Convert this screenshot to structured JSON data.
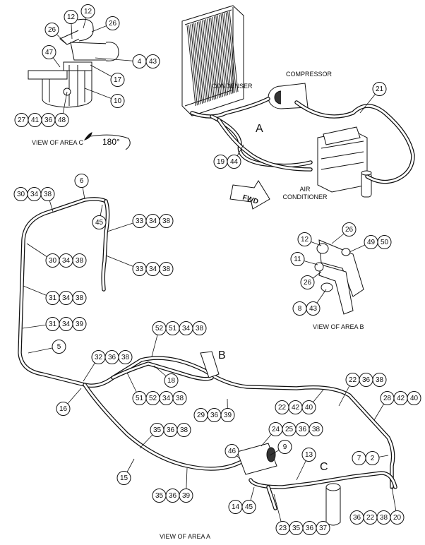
{
  "labels": {
    "condenser": "CONDENSER",
    "compressor": "COMPRESSOR",
    "air_conditioner_line1": "AIR",
    "air_conditioner_line2": "CONDITIONER",
    "area_a_marker": "A",
    "area_b_marker": "B",
    "area_c_marker": "C",
    "fwd_arrow": "FWD",
    "rotation": "180°",
    "view_area_a": "VIEW OF AREA  A",
    "view_area_b": "VIEW OF AREA B",
    "view_area_c": "VIEW OF AREA C"
  },
  "callouts": [
    {
      "id": "c-12a",
      "nums": [
        "12"
      ]
    },
    {
      "id": "c-12b",
      "nums": [
        "12"
      ]
    },
    {
      "id": "c-26a",
      "nums": [
        "26"
      ]
    },
    {
      "id": "c-26b",
      "nums": [
        "26"
      ]
    },
    {
      "id": "c-47",
      "nums": [
        "47"
      ]
    },
    {
      "id": "c-4-43",
      "nums": [
        "4",
        "43"
      ]
    },
    {
      "id": "c-17",
      "nums": [
        "17"
      ]
    },
    {
      "id": "c-10",
      "nums": [
        "10"
      ]
    },
    {
      "id": "c-27-41-36-48",
      "nums": [
        "27",
        "41",
        "36",
        "48"
      ]
    },
    {
      "id": "c-21",
      "nums": [
        "21"
      ]
    },
    {
      "id": "c-19-44",
      "nums": [
        "19",
        "44"
      ]
    },
    {
      "id": "c-6",
      "nums": [
        "6"
      ]
    },
    {
      "id": "c-30-34-38a",
      "nums": [
        "30",
        "34",
        "38"
      ]
    },
    {
      "id": "c-45a",
      "nums": [
        "45"
      ]
    },
    {
      "id": "c-33-34-38a",
      "nums": [
        "33",
        "34",
        "38"
      ]
    },
    {
      "id": "c-30-34-38b",
      "nums": [
        "30",
        "34",
        "38"
      ]
    },
    {
      "id": "c-33-34-38b",
      "nums": [
        "33",
        "34",
        "38"
      ]
    },
    {
      "id": "c-31-34-38",
      "nums": [
        "31",
        "34",
        "38"
      ]
    },
    {
      "id": "c-31-34-39",
      "nums": [
        "31",
        "34",
        "39"
      ]
    },
    {
      "id": "c-5",
      "nums": [
        "5"
      ]
    },
    {
      "id": "c-12c",
      "nums": [
        "12"
      ]
    },
    {
      "id": "c-26c",
      "nums": [
        "26"
      ]
    },
    {
      "id": "c-49-50",
      "nums": [
        "49",
        "50"
      ]
    },
    {
      "id": "c-11",
      "nums": [
        "11"
      ]
    },
    {
      "id": "c-26d",
      "nums": [
        "26"
      ]
    },
    {
      "id": "c-8-43",
      "nums": [
        "8",
        "43"
      ]
    },
    {
      "id": "c-52-51-34-38",
      "nums": [
        "52",
        "51",
        "34",
        "38"
      ]
    },
    {
      "id": "c-32-36-38",
      "nums": [
        "32",
        "36",
        "38"
      ]
    },
    {
      "id": "c-18",
      "nums": [
        "18"
      ]
    },
    {
      "id": "c-16",
      "nums": [
        "16"
      ]
    },
    {
      "id": "c-51-52-34-38",
      "nums": [
        "51",
        "52",
        "34",
        "38"
      ]
    },
    {
      "id": "c-29-36-39",
      "nums": [
        "29",
        "36",
        "39"
      ]
    },
    {
      "id": "c-22-36-38",
      "nums": [
        "22",
        "36",
        "38"
      ]
    },
    {
      "id": "c-22-42-40",
      "nums": [
        "22",
        "42",
        "40"
      ]
    },
    {
      "id": "c-28-42-40",
      "nums": [
        "28",
        "42",
        "40"
      ]
    },
    {
      "id": "c-35-36-38",
      "nums": [
        "35",
        "36",
        "38"
      ]
    },
    {
      "id": "c-24-25-36-38",
      "nums": [
        "24",
        "25",
        "36",
        "38"
      ]
    },
    {
      "id": "c-46",
      "nums": [
        "46"
      ]
    },
    {
      "id": "c-9",
      "nums": [
        "9"
      ]
    },
    {
      "id": "c-13",
      "nums": [
        "13"
      ]
    },
    {
      "id": "c-7-2",
      "nums": [
        "7",
        "2"
      ]
    },
    {
      "id": "c-15",
      "nums": [
        "15"
      ]
    },
    {
      "id": "c-35-36-39",
      "nums": [
        "35",
        "36",
        "39"
      ]
    },
    {
      "id": "c-14-45",
      "nums": [
        "14",
        "45"
      ]
    },
    {
      "id": "c-36-22-38-20",
      "nums": [
        "36",
        "22",
        "38",
        "20"
      ]
    },
    {
      "id": "c-23-35-36-37",
      "nums": [
        "23",
        "35",
        "36",
        "37"
      ]
    }
  ]
}
